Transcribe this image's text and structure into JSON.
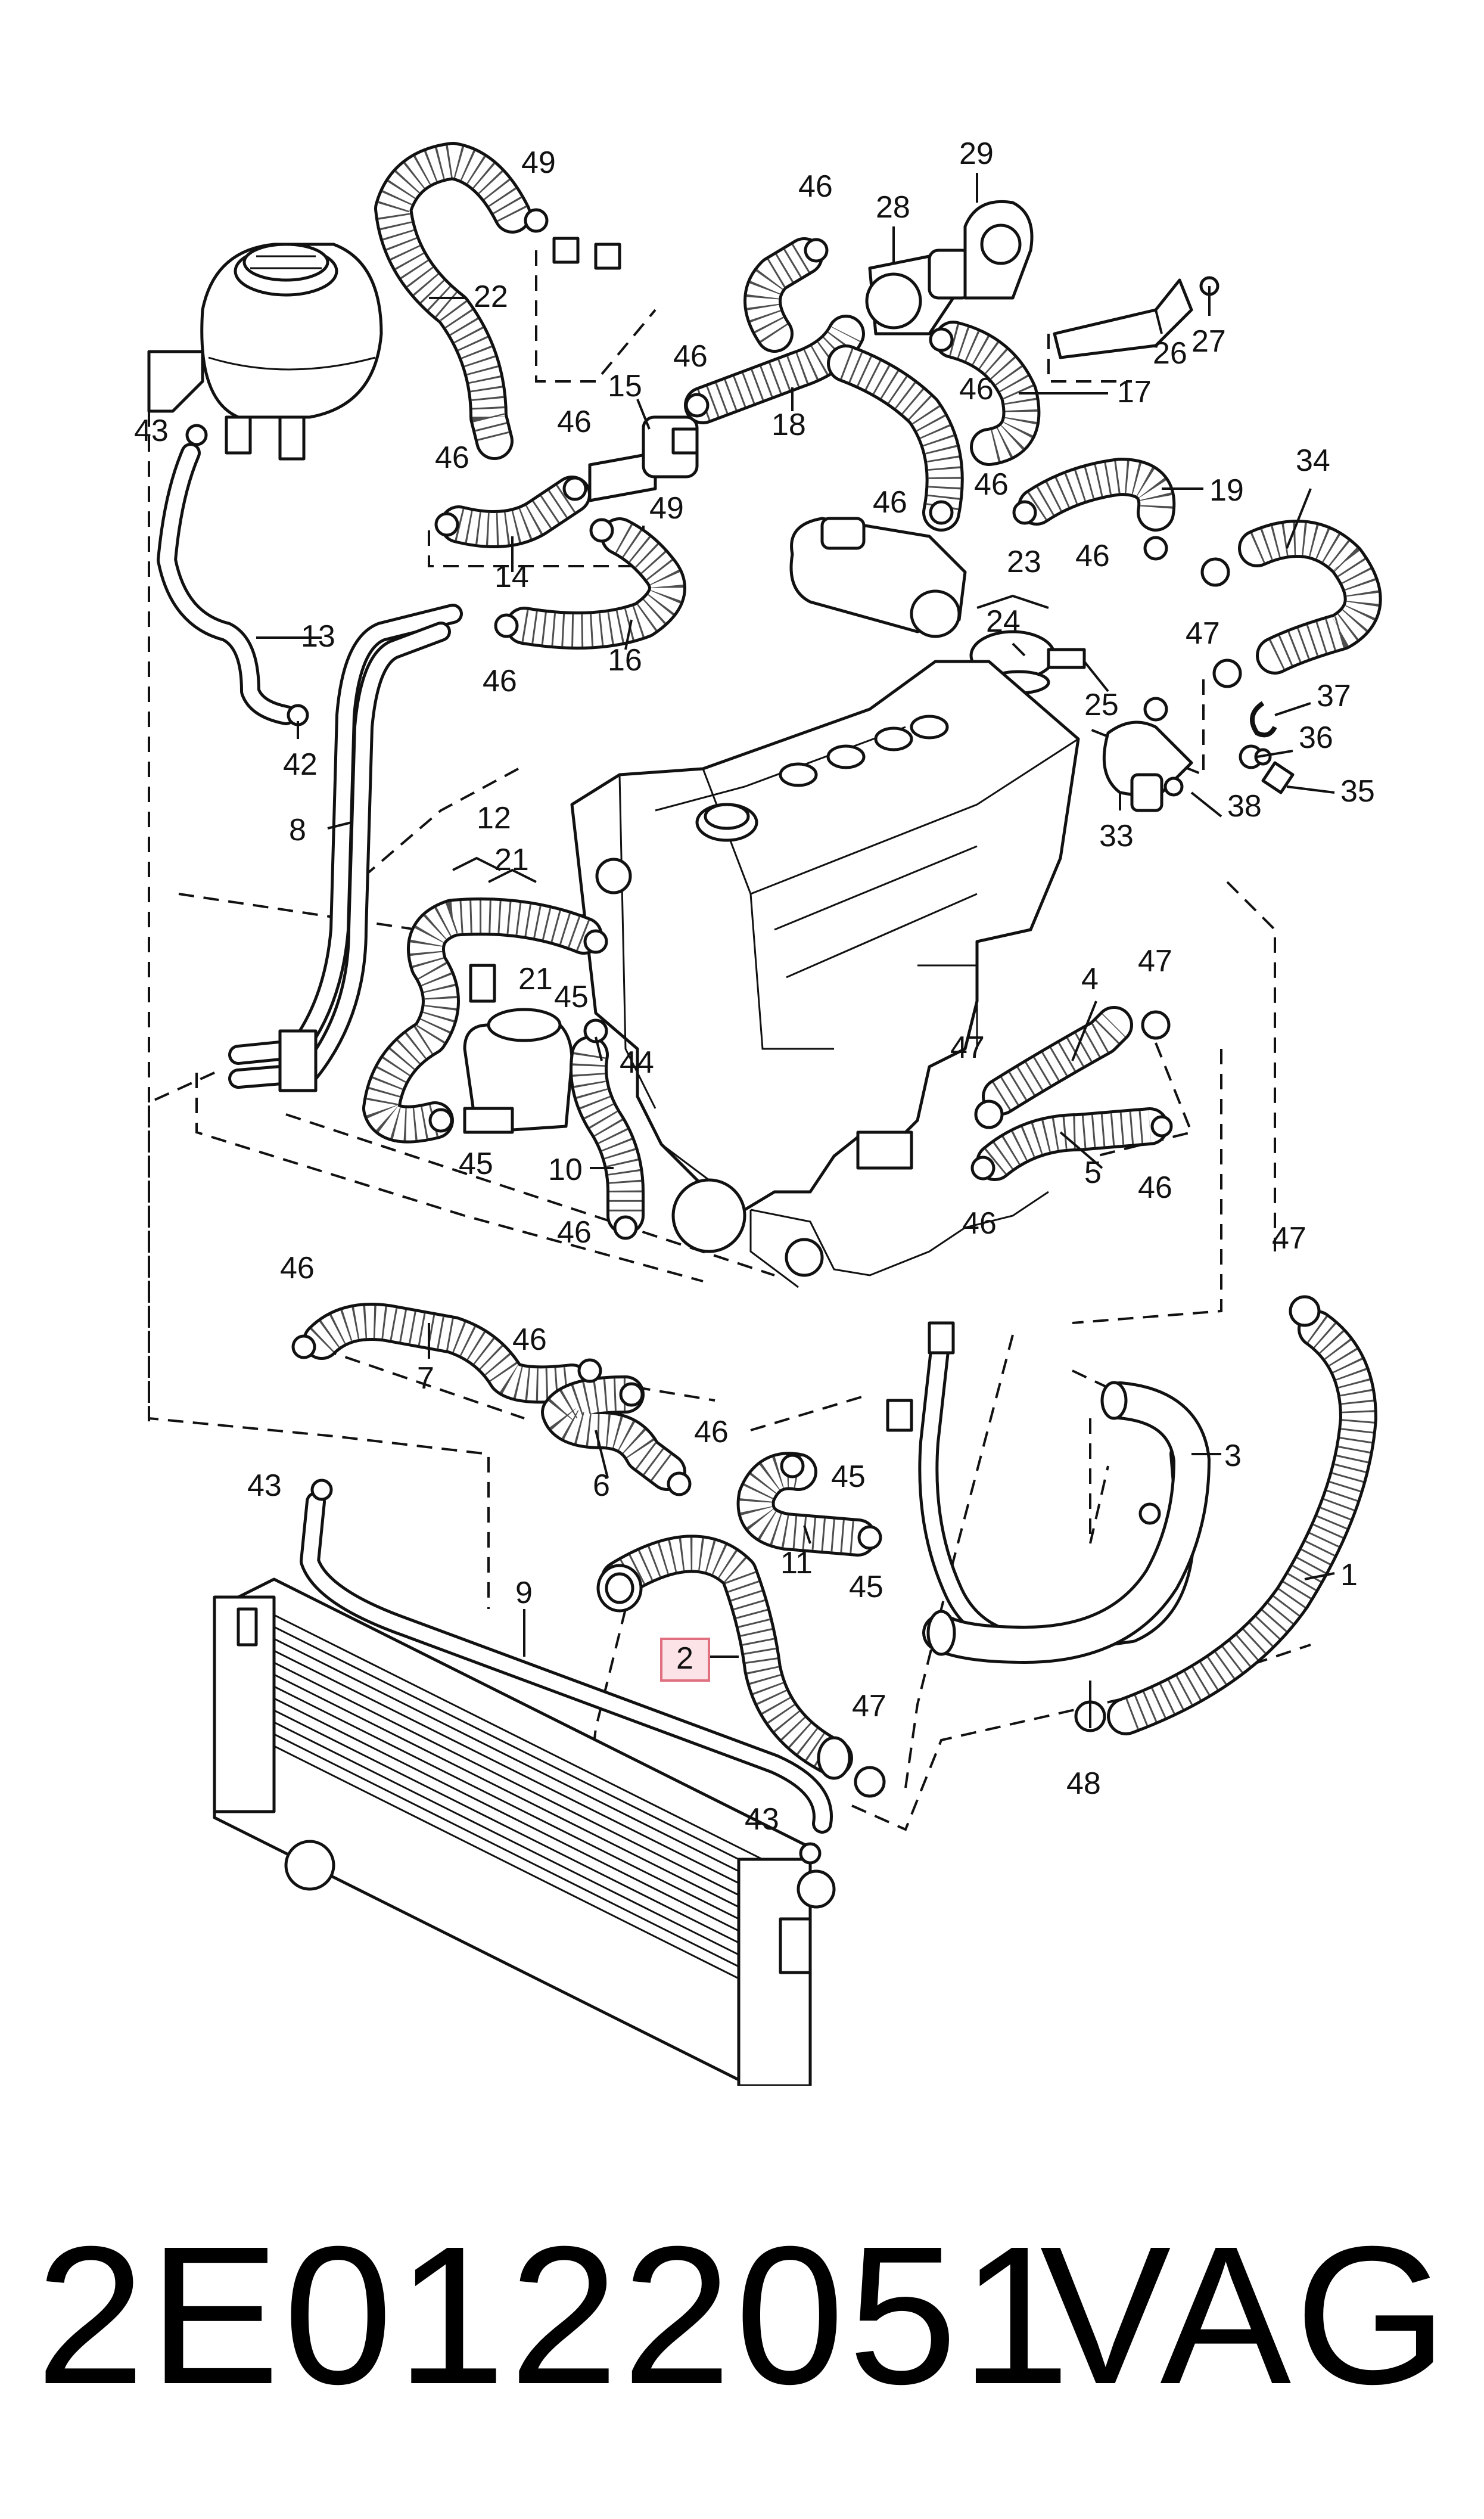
{
  "diagram": {
    "callouts": [
      {
        "num": "1"
      },
      {
        "num": "2"
      },
      {
        "num": "3"
      },
      {
        "num": "4"
      },
      {
        "num": "5"
      },
      {
        "num": "6"
      },
      {
        "num": "7"
      },
      {
        "num": "8"
      },
      {
        "num": "9"
      },
      {
        "num": "10"
      },
      {
        "num": "11"
      },
      {
        "num": "12"
      },
      {
        "num": "13"
      },
      {
        "num": "14"
      },
      {
        "num": "15"
      },
      {
        "num": "16"
      },
      {
        "num": "17"
      },
      {
        "num": "18"
      },
      {
        "num": "19"
      },
      {
        "num": "21"
      },
      {
        "num": "21"
      },
      {
        "num": "22"
      },
      {
        "num": "23"
      },
      {
        "num": "24"
      },
      {
        "num": "25"
      },
      {
        "num": "26"
      },
      {
        "num": "27"
      },
      {
        "num": "28"
      },
      {
        "num": "29"
      },
      {
        "num": "33"
      },
      {
        "num": "34"
      },
      {
        "num": "35"
      },
      {
        "num": "36"
      },
      {
        "num": "37"
      },
      {
        "num": "38"
      },
      {
        "num": "42"
      },
      {
        "num": "43"
      },
      {
        "num": "43"
      },
      {
        "num": "43"
      },
      {
        "num": "44"
      },
      {
        "num": "45"
      },
      {
        "num": "45"
      },
      {
        "num": "45"
      },
      {
        "num": "45"
      },
      {
        "num": "46"
      },
      {
        "num": "46"
      },
      {
        "num": "46"
      },
      {
        "num": "46"
      },
      {
        "num": "46"
      },
      {
        "num": "46"
      },
      {
        "num": "46"
      },
      {
        "num": "46"
      },
      {
        "num": "46"
      },
      {
        "num": "46"
      },
      {
        "num": "46"
      },
      {
        "num": "46"
      },
      {
        "num": "46"
      },
      {
        "num": "46"
      },
      {
        "num": "46"
      },
      {
        "num": "47"
      },
      {
        "num": "47"
      },
      {
        "num": "47"
      },
      {
        "num": "47"
      },
      {
        "num": "47"
      },
      {
        "num": "48"
      },
      {
        "num": "49"
      },
      {
        "num": "49"
      }
    ],
    "highlighted_part": "2",
    "highlight_color": "#fbe3e7"
  },
  "footer": {
    "part_number": "2E0122051",
    "brand": "VAG"
  }
}
